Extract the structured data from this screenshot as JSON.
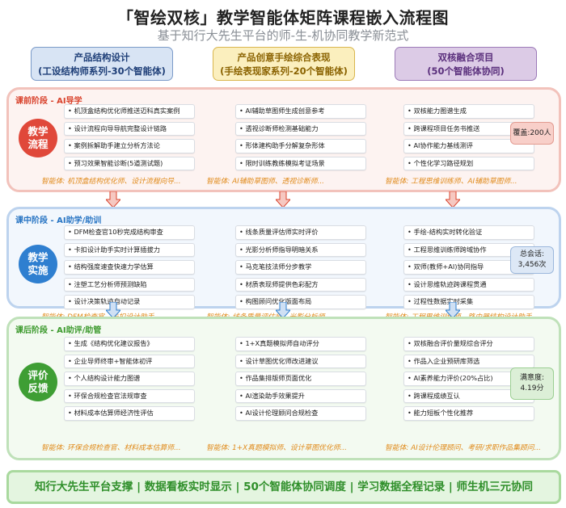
{
  "title": "「智绘双核」教学智能体矩阵课程嵌入流程图",
  "subtitle": "基于知行大先生平台的师-生-机协同教学新范式",
  "columns": [
    {
      "line1": "产品结构设计",
      "line2": "(工设结构师系列-30个智能体)",
      "color": "#7a9ac8"
    },
    {
      "line1": "产品创意手绘综合表现",
      "line2": "(手绘表现家系列-20个智能体)",
      "color": "#d9b64e"
    },
    {
      "line1": "双核融合项目",
      "line2": "(50个智能体协同)",
      "color": "#9c7ab8"
    }
  ],
  "stages": [
    {
      "label": "课前阶段 - AI导学",
      "circle": [
        "教学",
        "流程"
      ],
      "color": "#e0483a",
      "col1": [
        "机顶盒结构优化师推送迈科真实案例",
        "设计流程向导导航完整设计链路",
        "案例拆解助手建立分析方法论",
        "预习效果智能诊断(5道测试题)"
      ],
      "col2": [
        "AI辅助草图师生成创意参考",
        "透视诊断师检测基础能力",
        "形体建构助手分解复杂形体",
        "限时训练教练模拟考证场景"
      ],
      "col3": [
        "双核能力图谱生成",
        "跨课程项目任务书推送",
        "AI协作能力基线测评",
        "个性化学习路径规划"
      ],
      "cap1": "智能体: 机顶盒结构优化师、设计流程向导...",
      "cap2": "智能体: AI辅助草图师、透视诊断师...",
      "cap3": "智能体: 工程思维训练师、AI辅助草图师...",
      "badge": "覆盖:200人"
    },
    {
      "label": "课中阶段 - AI助学/助训",
      "circle": [
        "教学",
        "实施"
      ],
      "color": "#2f7fd0",
      "col1": [
        "DFM检查官10秒完成结构审查",
        "卡扣设计助手实时计算插拔力",
        "结构强度速查快速力学估算",
        "注塑工艺分析师预测缺陷",
        "设计决策轨迹自动记录"
      ],
      "col2": [
        "线条质量评估师实时评价",
        "光影分析师指导明暗关系",
        "马克笔技法师分步教学",
        "材质表现师提供色彩配方",
        "构图顾问优化版面布局"
      ],
      "col3": [
        "手绘-结构实时转化验证",
        "工程思维训练师跨域协作",
        "双师(教师+AI)协同指导",
        "设计思维轨迹跨课程贯通",
        "过程性数据实时采集"
      ],
      "cap1": "智能体: DFM检查官、卡扣设计助手...",
      "cap2": "智能体: 线条质量评估师、光影分析师...",
      "cap3": "智能体: 工程思维训练师、路由器结构设计助手...",
      "badge": "总会话: 3,456次"
    },
    {
      "label": "课后阶段 - AI助评/助管",
      "circle": [
        "评价",
        "反馈"
      ],
      "color": "#3e9e34",
      "col1": [
        "生成《结构优化建议报告》",
        "企业导师终审+智能体初评",
        "个人结构设计能力图谱",
        "环保合规检查官法规审查",
        "材料成本估算师经济性评估"
      ],
      "col2": [
        "1+X真题模拟师自动评分",
        "设计草图优化师改进建议",
        "作品集排版师页面优化",
        "AI渲染助手效果提升",
        "AI设计伦理顾问合规检查"
      ],
      "col3": [
        "双核融合评价量规综合评分",
        "作品入企业预研库筛选",
        "AI素养能力评价(20%占比)",
        "跨课程成绩互认",
        "能力短板个性化推荐"
      ],
      "cap1": "智能体: 环保合规检查官、材料成本估算师...",
      "cap2": "智能体: 1+X真题模拟师、设计草图优化师...",
      "cap3": "智能体: AI设计伦理顾问、考研/求职作品集顾问...",
      "badge": "满意度: 4.19分"
    }
  ],
  "footer": "知行大先生平台支撑 | 数据看板实时显示 | 50个智能体协同调度 | 学习数据全程记录 | 师生机三元协同"
}
